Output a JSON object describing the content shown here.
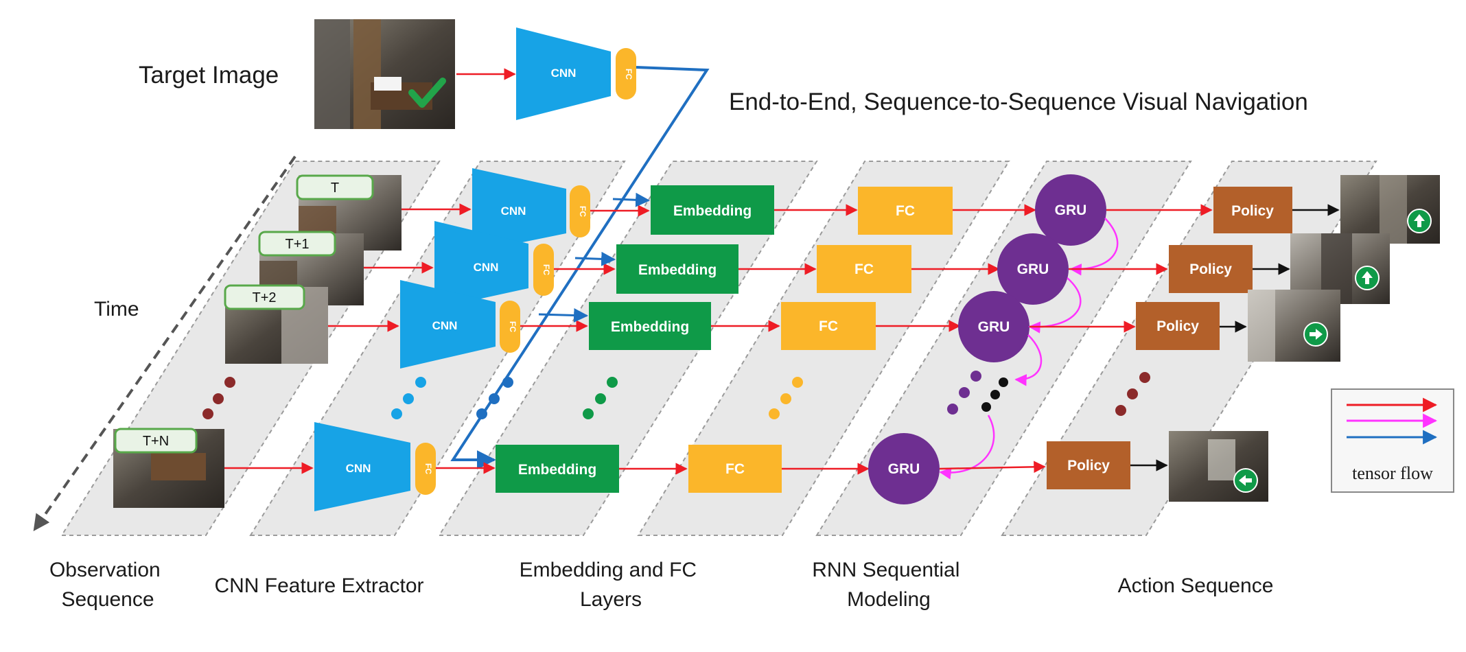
{
  "title": "End-to-End, Sequence-to-Sequence Visual Navigation",
  "target_image_label": "Target Image",
  "time_axis_label": "Time",
  "block_labels": {
    "cnn": "CNN",
    "fc_small": "FC",
    "embedding": "Embedding",
    "fc": "FC",
    "gru": "GRU",
    "policy": "Policy"
  },
  "observation_tags": [
    "T",
    "T+1",
    "T+2",
    "T+N"
  ],
  "stage_captions": {
    "observation": [
      "Observation",
      "Sequence"
    ],
    "cnn": [
      "CNN Feature Extractor"
    ],
    "embedding": [
      "Embedding and FC",
      "Layers"
    ],
    "rnn": [
      "RNN Sequential",
      "Modeling"
    ],
    "action": [
      "Action Sequence"
    ]
  },
  "legend": {
    "label": "tensor flow",
    "arrows": [
      {
        "color": "#ee1c25"
      },
      {
        "color": "#ff33ff"
      },
      {
        "color": "#1f6fc1"
      }
    ]
  },
  "actions": [
    "forward",
    "forward",
    "turn-right",
    "turn-left"
  ],
  "colors": {
    "cnn": "#17a3e6",
    "fc_small": "#fbb62a",
    "embedding": "#0f9a48",
    "fc": "#fbb62a",
    "gru": "#6e2f91",
    "policy": "#b3602a",
    "red_flow": "#ee1c25",
    "magenta_flow": "#ff33ff",
    "blue_flow": "#1f6fc1",
    "action_badge": "#0f9a48",
    "panel": "#e8e8e8",
    "obs_dots": "#8b2a2a",
    "action_dots": "#8b2a2a"
  }
}
